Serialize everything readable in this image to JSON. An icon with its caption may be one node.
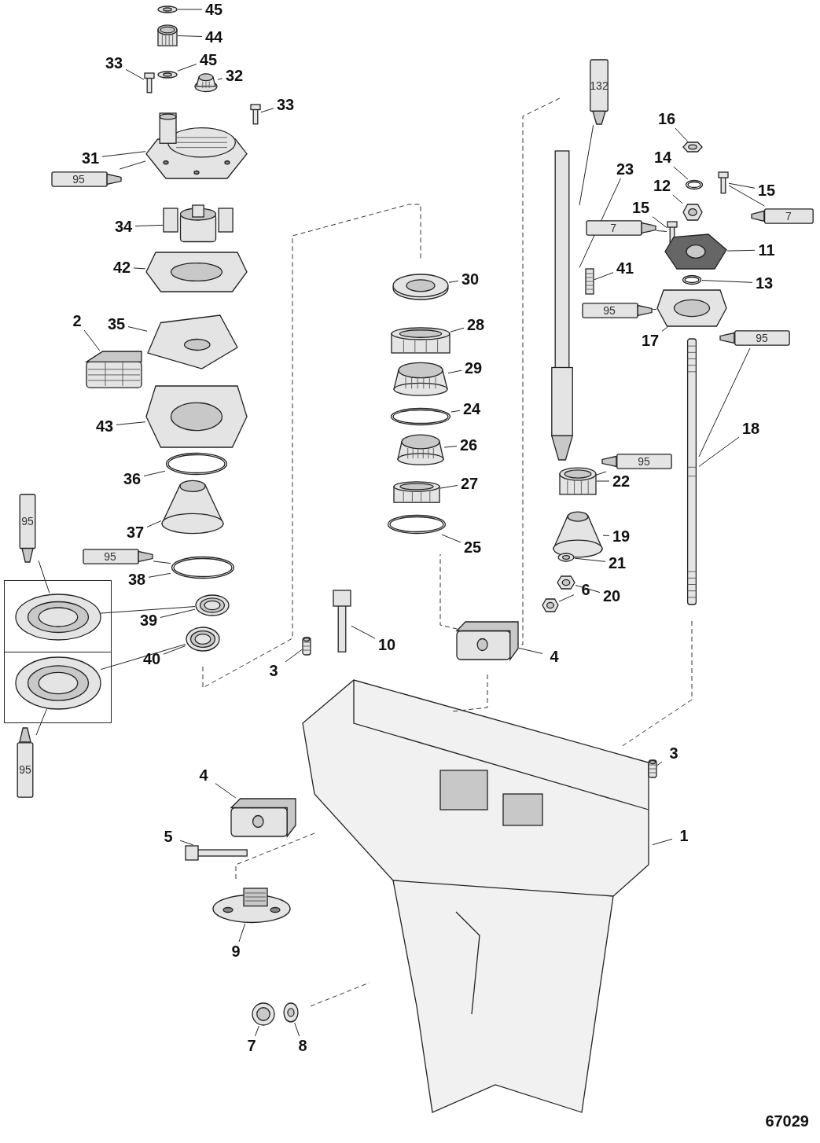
{
  "diagram": {
    "nodes": [
      {
        "text": [
          "45"
        ]
      },
      {
        "text": [],
        "shape": "picture"
      },
      {
        "text": [
          "44"
        ]
      },
      {
        "text": [],
        "shape": "picture"
      },
      {
        "text": [
          "33"
        ]
      },
      {
        "text": [],
        "shape": "picture"
      },
      {
        "text": [
          "45"
        ]
      },
      {
        "text": [],
        "shape": "picture"
      },
      {
        "text": [
          "32"
        ]
      },
      {
        "text": [],
        "shape": "picture"
      },
      {
        "text": [
          "33"
        ]
      },
      {
        "text": [],
        "shape": "picture"
      },
      {
        "text": [
          "31"
        ]
      },
      {
        "text": [],
        "shape": "picture"
      },
      {
        "text": [
          "95"
        ]
      },
      {
        "text": [
          "34"
        ]
      },
      {
        "text": [],
        "shape": "picture"
      },
      {
        "text": [
          "42"
        ]
      },
      {
        "text": [],
        "shape": "picture"
      },
      {
        "text": [
          "2"
        ]
      },
      {
        "text": [],
        "shape": "picture"
      },
      {
        "text": [
          "35"
        ]
      },
      {
        "text": [],
        "shape": "picture"
      },
      {
        "text": [
          "43"
        ]
      },
      {
        "text": [],
        "shape": "picture"
      },
      {
        "text": [
          "36"
        ]
      },
      {
        "text": [],
        "shape": "picture"
      },
      {
        "text": [
          "37"
        ]
      },
      {
        "text": [],
        "shape": "picture"
      },
      {
        "text": [
          "95"
        ]
      },
      {
        "text": [
          "38"
        ]
      },
      {
        "text": [],
        "shape": "picture"
      },
      {
        "text": [
          "39"
        ]
      },
      {
        "text": [],
        "shape": "picture"
      },
      {
        "text": [
          "40"
        ]
      },
      {
        "text": [],
        "shape": "picture"
      },
      {
        "text": [],
        "shape": "box"
      },
      {
        "text": [],
        "shape": "picture",
        "in": 36
      },
      {
        "text": [],
        "shape": "picture",
        "in": 36
      },
      {
        "text": [
          "95"
        ]
      },
      {
        "text": [
          "95"
        ]
      },
      {
        "text": [
          "30"
        ]
      },
      {
        "text": [],
        "shape": "picture"
      },
      {
        "text": [
          "28"
        ]
      },
      {
        "text": [],
        "shape": "picture"
      },
      {
        "text": [
          "29"
        ]
      },
      {
        "text": [],
        "shape": "picture"
      },
      {
        "text": [
          "24"
        ]
      },
      {
        "text": [],
        "shape": "picture"
      },
      {
        "text": [
          "26"
        ]
      },
      {
        "text": [],
        "shape": "picture"
      },
      {
        "text": [
          "27"
        ]
      },
      {
        "text": [],
        "shape": "picture"
      },
      {
        "text": [
          "25"
        ]
      },
      {
        "text": [],
        "shape": "picture"
      },
      {
        "text": [
          "132"
        ]
      },
      {
        "text": [
          "23"
        ]
      },
      {
        "text": [],
        "shape": "picture"
      },
      {
        "text": [
          "16"
        ]
      },
      {
        "text": [],
        "shape": "picture"
      },
      {
        "text": [
          "14"
        ]
      },
      {
        "text": [],
        "shape": "picture"
      },
      {
        "text": [
          "12"
        ]
      },
      {
        "text": [],
        "shape": "picture"
      },
      {
        "text": [
          "15"
        ]
      },
      {
        "text": [],
        "shape": "picture"
      },
      {
        "text": [
          "15"
        ]
      },
      {
        "text": [],
        "shape": "picture"
      },
      {
        "text": [
          "7"
        ]
      },
      {
        "text": [
          "7"
        ]
      },
      {
        "text": [
          "11"
        ]
      },
      {
        "text": [],
        "shape": "picture"
      },
      {
        "text": [
          "41"
        ]
      },
      {
        "text": [],
        "shape": "picture"
      },
      {
        "text": [
          "13"
        ]
      },
      {
        "text": [],
        "shape": "picture"
      },
      {
        "text": [
          "95"
        ]
      },
      {
        "text": [
          "17"
        ]
      },
      {
        "text": [],
        "shape": "picture"
      },
      {
        "text": [
          "95"
        ]
      },
      {
        "text": [
          "18"
        ]
      },
      {
        "text": [],
        "shape": "picture"
      },
      {
        "text": [
          "95"
        ]
      },
      {
        "text": [
          "22"
        ]
      },
      {
        "text": [],
        "shape": "picture"
      },
      {
        "text": [
          "19"
        ]
      },
      {
        "text": [],
        "shape": "picture"
      },
      {
        "text": [
          "21"
        ]
      },
      {
        "text": [],
        "shape": "picture"
      },
      {
        "text": [
          "20"
        ]
      },
      {
        "text": [],
        "shape": "picture"
      },
      {
        "text": [
          "3"
        ]
      },
      {
        "text": [],
        "shape": "picture"
      },
      {
        "text": [
          "10"
        ]
      },
      {
        "text": [],
        "shape": "picture"
      },
      {
        "text": [
          "6"
        ]
      },
      {
        "text": [],
        "shape": "picture"
      },
      {
        "text": [
          "4"
        ]
      },
      {
        "text": [],
        "shape": "picture"
      },
      {
        "text": [
          "3"
        ]
      },
      {
        "text": [],
        "shape": "picture"
      },
      {
        "text": [
          "1"
        ]
      },
      {
        "text": [],
        "shape": "picture"
      },
      {
        "text": [
          "4"
        ]
      },
      {
        "text": [],
        "shape": "picture"
      },
      {
        "text": [
          "5"
        ]
      },
      {
        "text": [],
        "shape": "picture"
      },
      {
        "text": [
          "9"
        ]
      },
      {
        "text": [],
        "shape": "picture"
      },
      {
        "text": [
          "7"
        ]
      },
      {
        "text": [],
        "shape": "picture"
      },
      {
        "text": [
          "8"
        ]
      },
      {
        "text": [],
        "shape": "picture"
      }
    ],
    "edges": [
      {
        "from": 0,
        "to": 1,
        "arrow": "none"
      },
      {
        "from": 2,
        "to": 3,
        "arrow": "none"
      },
      {
        "from": 4,
        "to": 5,
        "arrow": "none"
      },
      {
        "from": 6,
        "to": 7,
        "arrow": "none"
      },
      {
        "from": 8,
        "to": 9,
        "arrow": "none"
      },
      {
        "from": 10,
        "to": 11,
        "arrow": "none"
      },
      {
        "from": 12,
        "to": 13,
        "arrow": "none"
      },
      {
        "from": 14,
        "to": 13,
        "arrow": "none"
      },
      {
        "from": 15,
        "to": 16,
        "arrow": "none"
      },
      {
        "from": 17,
        "to": 18,
        "arrow": "none"
      },
      {
        "from": 19,
        "to": 20,
        "arrow": "none"
      },
      {
        "from": 21,
        "to": 22,
        "arrow": "none"
      },
      {
        "from": 23,
        "to": 24,
        "arrow": "none"
      },
      {
        "from": 25,
        "to": 26,
        "arrow": "none"
      },
      {
        "from": 27,
        "to": 28,
        "arrow": "none"
      },
      {
        "from": 29,
        "to": 31,
        "arrow": "none"
      },
      {
        "from": 30,
        "to": 31,
        "arrow": "none"
      },
      {
        "from": 32,
        "to": 33,
        "arrow": "none"
      },
      {
        "from": 34,
        "to": 35,
        "arrow": "none"
      },
      {
        "from": 37,
        "to": 33,
        "arrow": "none"
      },
      {
        "from": 38,
        "to": 35,
        "arrow": "none"
      },
      {
        "from": 39,
        "to": 37,
        "arrow": "none"
      },
      {
        "from": 40,
        "to": 38,
        "arrow": "none"
      },
      {
        "from": 41,
        "to": 42,
        "arrow": "none"
      },
      {
        "from": 43,
        "to": 44,
        "arrow": "none"
      },
      {
        "from": 45,
        "to": 46,
        "arrow": "none"
      },
      {
        "from": 47,
        "to": 48,
        "arrow": "none"
      },
      {
        "from": 49,
        "to": 50,
        "arrow": "none"
      },
      {
        "from": 51,
        "to": 52,
        "arrow": "none"
      },
      {
        "from": 53,
        "to": 54,
        "arrow": "none"
      },
      {
        "from": 55,
        "to": 57,
        "arrow": "none"
      },
      {
        "from": 56,
        "to": 57,
        "arrow": "none"
      },
      {
        "from": 58,
        "to": 59,
        "arrow": "none"
      },
      {
        "from": 60,
        "to": 61,
        "arrow": "none"
      },
      {
        "from": 62,
        "to": 63,
        "arrow": "none"
      },
      {
        "from": 64,
        "to": 65,
        "arrow": "none"
      },
      {
        "from": 66,
        "to": 67,
        "arrow": "none"
      },
      {
        "from": 68,
        "to": 65,
        "arrow": "none"
      },
      {
        "from": 69,
        "to": 67,
        "arrow": "none"
      },
      {
        "from": 70,
        "to": 71,
        "arrow": "none"
      },
      {
        "from": 72,
        "to": 73,
        "arrow": "none"
      },
      {
        "from": 74,
        "to": 75,
        "arrow": "none"
      },
      {
        "from": 76,
        "to": 78,
        "arrow": "none"
      },
      {
        "from": 77,
        "to": 78,
        "arrow": "none"
      },
      {
        "from": 79,
        "to": 81,
        "arrow": "none"
      },
      {
        "from": 80,
        "to": 81,
        "arrow": "none"
      },
      {
        "from": 82,
        "to": 84,
        "arrow": "none"
      },
      {
        "from": 83,
        "to": 84,
        "arrow": "none"
      },
      {
        "from": 85,
        "to": 86,
        "arrow": "none"
      },
      {
        "from": 87,
        "to": 88,
        "arrow": "none"
      },
      {
        "from": 89,
        "to": 90,
        "arrow": "none"
      },
      {
        "from": 91,
        "to": 92,
        "arrow": "none"
      },
      {
        "from": 93,
        "to": 94,
        "arrow": "none"
      },
      {
        "from": 95,
        "to": 96,
        "arrow": "none"
      },
      {
        "from": 97,
        "to": 98,
        "arrow": "none"
      },
      {
        "from": 99,
        "to": 100,
        "arrow": "none"
      },
      {
        "from": 101,
        "to": 102,
        "arrow": "none"
      },
      {
        "from": 103,
        "to": 104,
        "arrow": "none"
      },
      {
        "from": 105,
        "to": 106,
        "arrow": "none"
      },
      {
        "from": 107,
        "to": 108,
        "arrow": "none"
      },
      {
        "from": 109,
        "to": 110,
        "arrow": "none"
      },
      {
        "from": 111,
        "to": 112,
        "arrow": "none"
      }
    ],
    "labels": [
      "67029"
    ]
  }
}
